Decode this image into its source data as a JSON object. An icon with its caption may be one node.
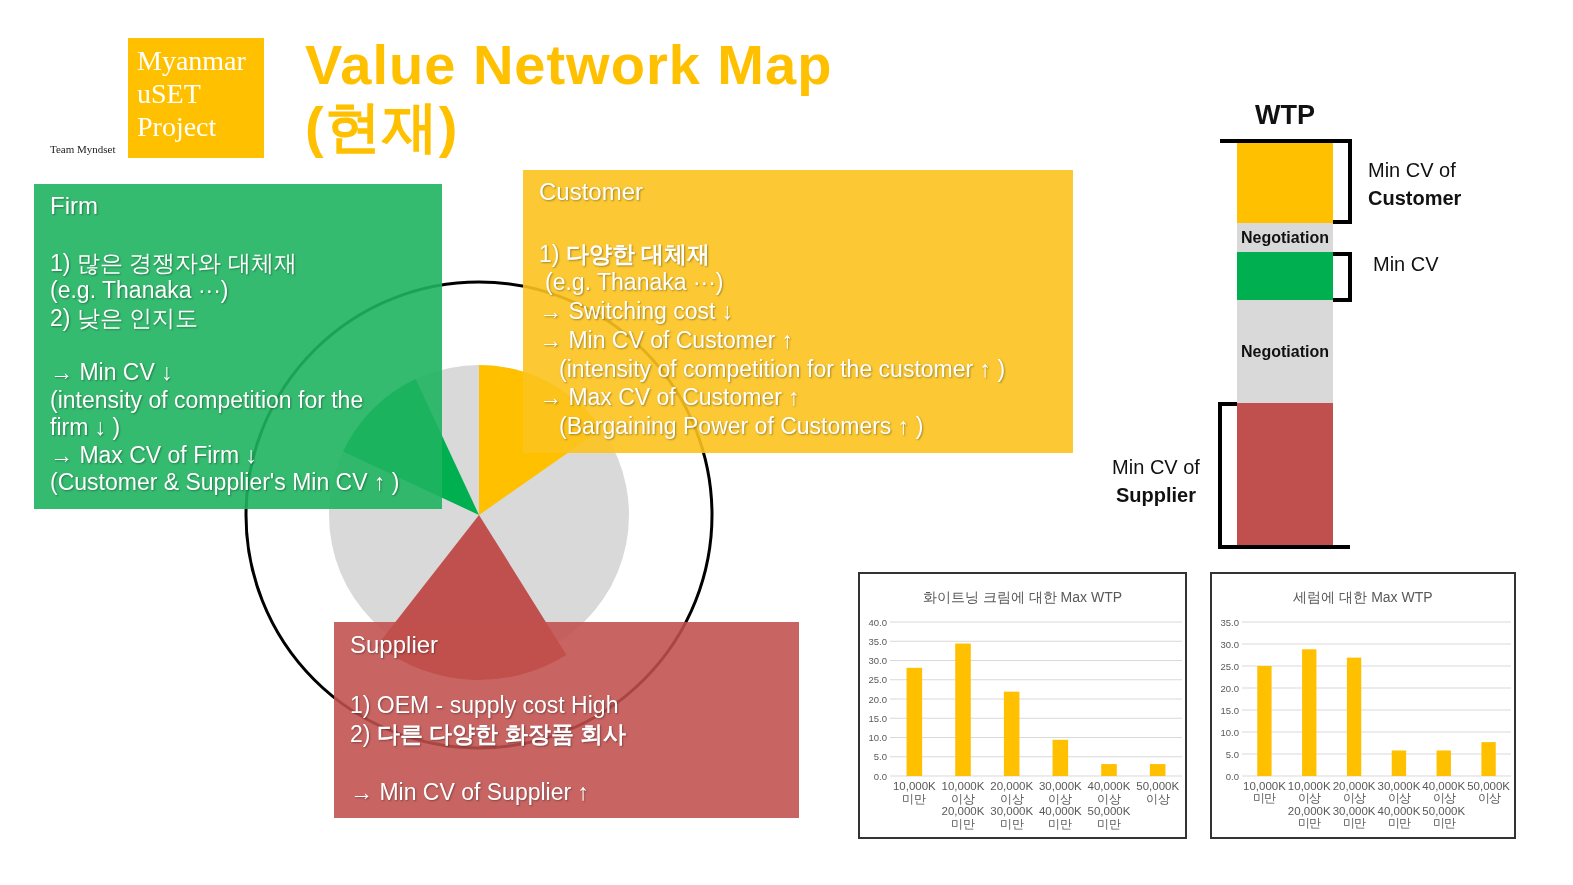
{
  "diagram": {
    "title": "Value Network Map (현재)",
    "nodes": [
      {
        "text": [
          "Myanmar uSET Project"
        ]
      },
      {
        "text": [
          "Firm",
          "1) 많은 경쟁자와 대체재",
          "(e.g. Thanaka ···)",
          "2) 낮은 인지도",
          "→ Min CV ↓",
          "(intensity of competition for the firm ↓ )",
          "→ Max CV of Firm ↓",
          "(Customer & Supplier's Min CV ↑ )"
        ]
      },
      {
        "text": [
          "Customer",
          "1) **다양한 대체재**",
          "(e.g. Thanaka ···)",
          "→ Switching cost ↓",
          "→ Min CV of Customer ↑",
          "(intensity of competition for the customer ↑ )",
          "→ Max CV of Customer ↑",
          "(Bargaining Power of Customers ↑ )"
        ]
      },
      {
        "text": [],
        "shape": "bar",
        "beside": [
          "Min CV of **Customer**"
        ]
      },
      {
        "text": [
          "Negotiation"
        ]
      },
      {
        "text": [],
        "shape": "bar",
        "beside": [
          "Min CV"
        ]
      },
      {
        "text": [
          "Negotiation"
        ]
      },
      {
        "text": [],
        "shape": "bar",
        "beside": [
          "Min CV of **Supplier**"
        ]
      },
      {
        "text": [
          "Supplier",
          "1) OEM - supply cost High",
          "2) **다른 다양한 화장품 회사**",
          "→ Min CV of Supplier ↑"
        ]
      }
    ],
    "labels": [
      "Team Myndset",
      "WTP"
    ],
    "chart_data": [
      {
        "type": "bar",
        "title": "화이트닝 크림에 대한 Max WTP",
        "categories": [
          "10,000K 미만",
          "10,000K 이상 20,000K 미만",
          "20,000K 이상 30,000K 미만",
          "30,000K 이상 40,000K 미만",
          "40,000K 이상 50,000K 미만",
          "50,000K 이상"
        ],
        "series": [
          {
            "color": "#ffc000",
            "values": [
              28.1,
              34.4,
              21.9,
              9.4,
              3.1,
              3.1
            ]
          }
        ],
        "ylim": [
          0,
          40
        ],
        "grid": true,
        "yticks": [
          {
            "value": 0,
            "label": "0.0"
          },
          {
            "value": 5,
            "label": "5.0"
          },
          {
            "value": 10,
            "label": "10.0"
          },
          {
            "value": 15,
            "label": "15.0"
          },
          {
            "value": 20,
            "label": "20.0"
          },
          {
            "value": 25,
            "label": "25.0"
          },
          {
            "value": 30,
            "label": "30.0"
          },
          {
            "value": 35,
            "label": "35.0"
          },
          {
            "value": 40,
            "label": "40.0"
          }
        ]
      },
      {
        "type": "bar",
        "title": "세럼에 대한 Max WTP",
        "categories": [
          "10,000K 미만",
          "10,000K 이상 20,000K 미만",
          "20,000K 이상 30,000K 미만",
          "30,000K 이상 40,000K 미만",
          "40,000K 이상 50,000K 미만",
          "50,000K 이상"
        ],
        "series": [
          {
            "color": "#ffc000",
            "values": [
              25.0,
              28.8,
              26.9,
              5.8,
              5.8,
              7.7
            ]
          }
        ],
        "ylim": [
          0,
          35
        ],
        "grid": true,
        "yticks": [
          {
            "value": 0,
            "label": "0.0"
          },
          {
            "value": 5,
            "label": "5.0"
          },
          {
            "value": 10,
            "label": "10.0"
          },
          {
            "value": 15,
            "label": "15.0"
          },
          {
            "value": 20,
            "label": "20.0"
          },
          {
            "value": 25,
            "label": "25.0"
          },
          {
            "value": 30,
            "label": "30.0"
          },
          {
            "value": 35,
            "label": "35.0"
          }
        ]
      }
    ]
  }
}
